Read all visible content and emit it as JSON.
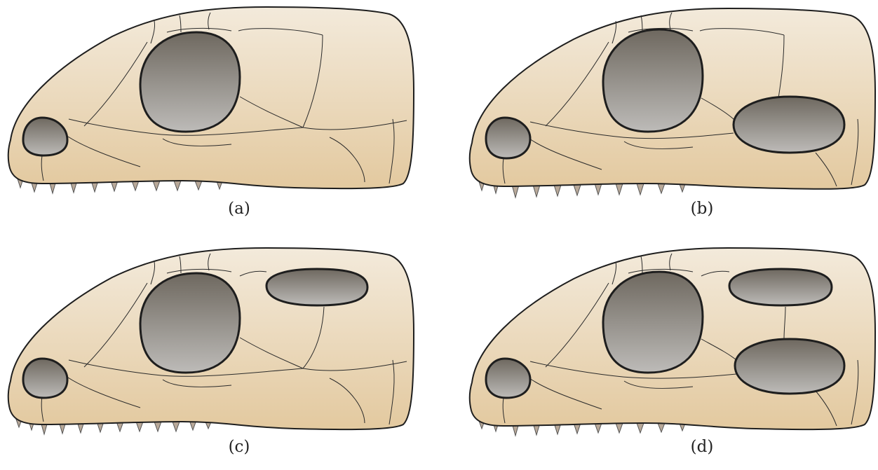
{
  "figure": {
    "panels": [
      {
        "label": "(a)",
        "openings": [
          "nostril",
          "orbit"
        ],
        "variant": "anapsid"
      },
      {
        "label": "(b)",
        "openings": [
          "nostril",
          "orbit",
          "lower-temporal-fenestra"
        ],
        "variant": "synapsid"
      },
      {
        "label": "(c)",
        "openings": [
          "nostril",
          "orbit",
          "upper-temporal-fenestra"
        ],
        "variant": "euryapsid"
      },
      {
        "label": "(d)",
        "openings": [
          "nostril",
          "orbit",
          "upper-temporal-fenestra",
          "lower-temporal-fenestra"
        ],
        "variant": "diapsid"
      }
    ],
    "colors": {
      "bone_light": "#f3eadb",
      "bone_dark": "#e3c99f",
      "opening_dark": "#6e685f",
      "opening_light": "#bdbbb8",
      "tooth": "#b9a999",
      "outline": "#1e1e1e"
    }
  }
}
